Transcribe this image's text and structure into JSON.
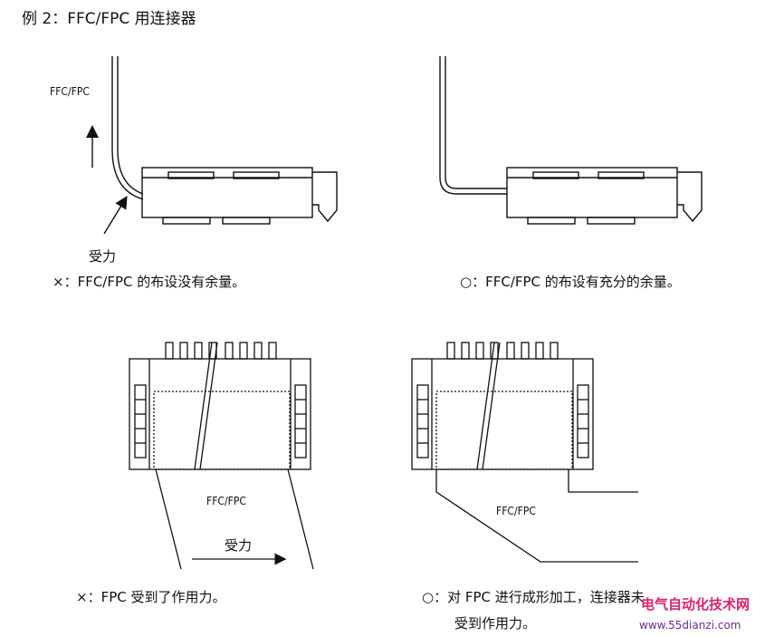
{
  "title": "例 2：FFC/FPC 用连接器",
  "panels": {
    "top_left": {
      "cable_label": "FFC/FPC",
      "force_label": "受力",
      "caption": "×：FFC/FPC 的布设没有余量。"
    },
    "top_right": {
      "caption": "○：FFC/FPC 的布设有充分的余量。"
    },
    "bottom_left": {
      "cable_label": "FFC/FPC",
      "force_label": "受力",
      "caption": "×：FPC 受到了作用力。"
    },
    "bottom_right": {
      "cable_label": "FFC/FPC",
      "caption_line1": "○：对 FPC 进行成形加工，连接器未",
      "caption_line2": "受到作用力。"
    }
  },
  "watermark": {
    "line1": "电气自动化技术网",
    "line2": "www.55dianzi.com"
  },
  "colors": {
    "ink": "#111111",
    "watermark_pink": "#d8236c",
    "watermark_purple": "#6a2c91"
  }
}
